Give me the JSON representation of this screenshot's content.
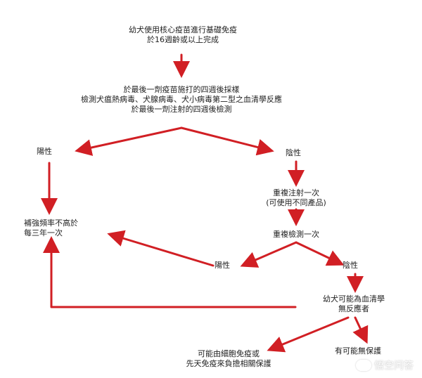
{
  "colors": {
    "arrow": "#d11f24",
    "text": "#222222",
    "background": "#ffffff"
  },
  "nodes": {
    "start": {
      "line1": "幼犬使用核心疫苗進行基礎免疫",
      "line2": "於16週齡或以上完成"
    },
    "test": {
      "line1": "於最後一劑疫苗施打的四週後採樣",
      "line2": "檢測犬瘟熱病毒、犬腺病毒、犬小病毒第二型之血清學反應",
      "line3": "於最後一劑注射的四週後檢測"
    },
    "positive1": "陽性",
    "negative1": "陰性",
    "booster": {
      "line1": "補強頻率不高於",
      "line2": "每三年一次"
    },
    "revaccinate": {
      "line1": "重複注射一次",
      "line2": "(可使用不同產品)"
    },
    "retest": "重複檢測一次",
    "positive2": "陽性",
    "negative2": "陰性",
    "nonresponder": {
      "line1": "幼犬可能為血清學",
      "line2": "無反應者"
    },
    "cellular": {
      "line1": "可能由細胞免疫或",
      "line2": "先天免疫來負擔相關保護"
    },
    "unprotected": "有可能無保護"
  },
  "watermark": {
    "text": "悟空问答",
    "icon": "speech-bubble-icon"
  }
}
